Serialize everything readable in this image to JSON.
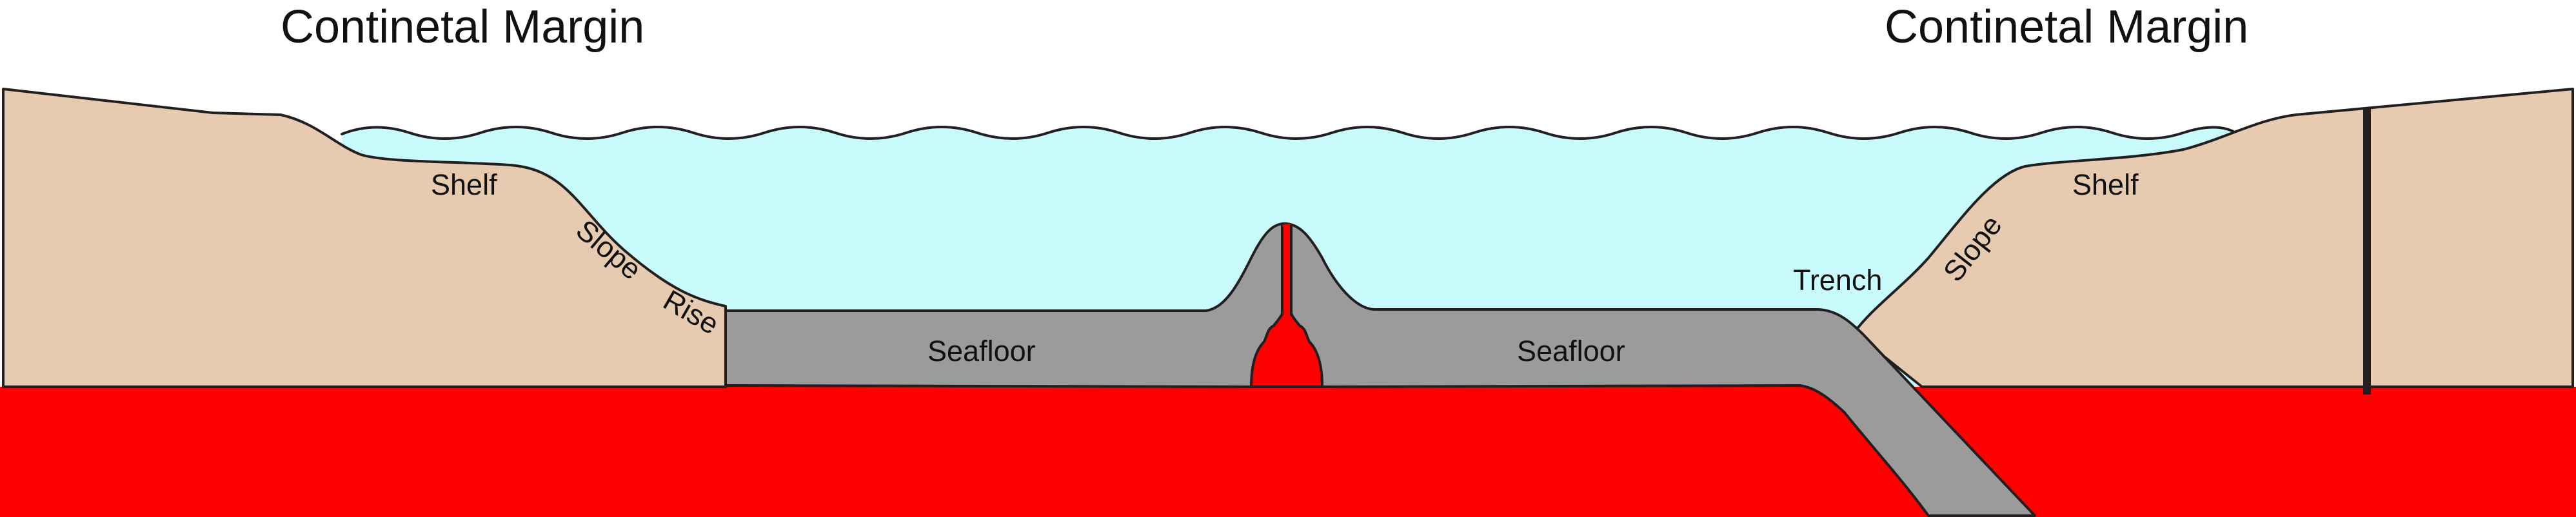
{
  "titles": {
    "left": "Continetal Margin",
    "right": "Continetal Margin"
  },
  "labels": {
    "left_shelf": "Shelf",
    "left_slope": "Slope",
    "left_rise": "Rise",
    "left_seafloor": "Seafloor",
    "right_seafloor": "Seafloor",
    "trench": "Trench",
    "right_slope": "Slope",
    "right_shelf": "Shelf"
  },
  "colors": {
    "continental_crust": "#e6cbb0",
    "ocean_water": "#c9fbfd",
    "oceanic_crust": "#9b9b9b",
    "mantle": "#ff0000",
    "magma_conduit": "#d40000",
    "outline": "#231f20"
  }
}
